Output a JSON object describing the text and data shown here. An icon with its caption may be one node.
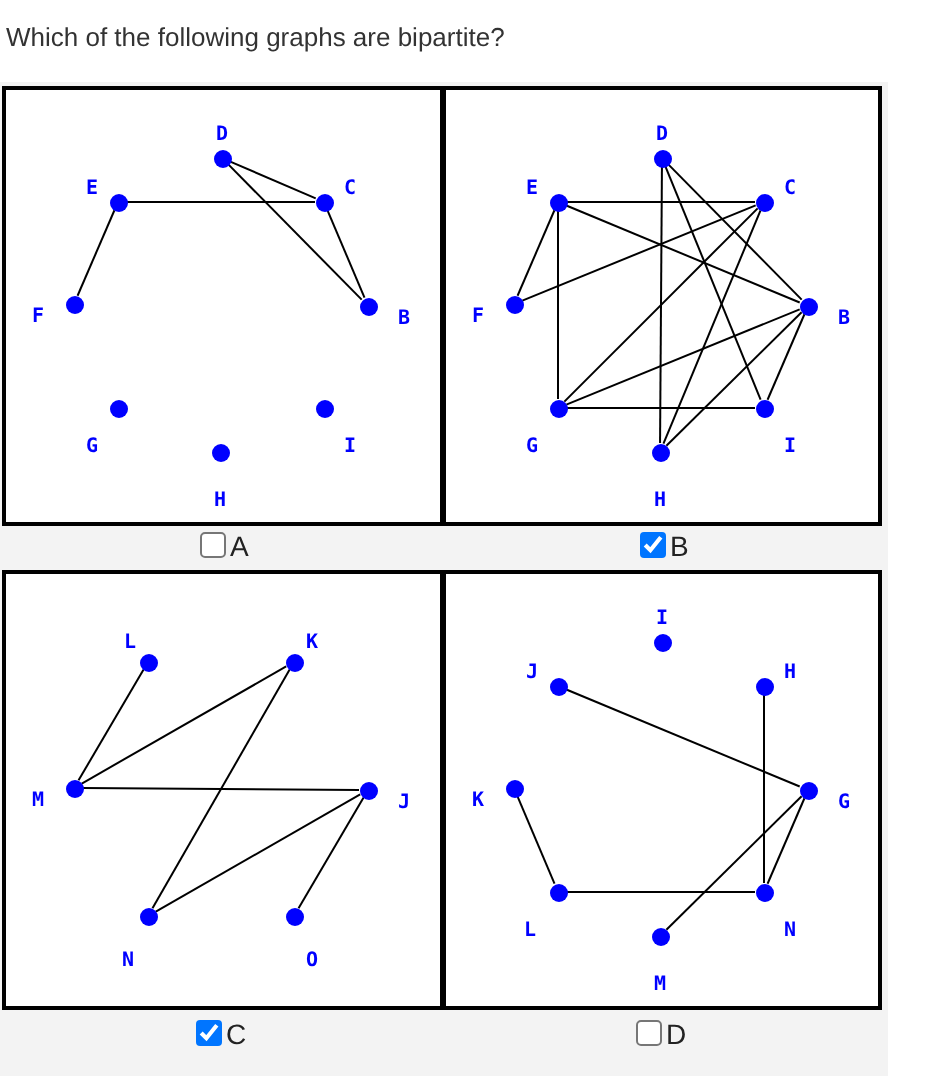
{
  "diagram": {
    "title": "Which of the following graphs are bipartite?",
    "nodes": [
      {
        "text": [],
        "shape": "box"
      },
      {
        "text": [],
        "shape": "circle",
        "in": 0,
        "beside": [
          "D"
        ]
      },
      {
        "text": [],
        "shape": "circle",
        "in": 0,
        "beside": [
          "E"
        ]
      },
      {
        "text": [],
        "shape": "circle",
        "in": 0,
        "beside": [
          "C"
        ]
      },
      {
        "text": [],
        "shape": "circle",
        "in": 0,
        "beside": [
          "F"
        ]
      },
      {
        "text": [],
        "shape": "circle",
        "in": 0,
        "beside": [
          "B"
        ]
      },
      {
        "text": [],
        "shape": "circle",
        "in": 0,
        "beside": [
          "G"
        ]
      },
      {
        "text": [],
        "shape": "circle",
        "in": 0,
        "beside": [
          "I"
        ]
      },
      {
        "text": [],
        "shape": "circle",
        "in": 0,
        "beside": [
          "H"
        ]
      },
      {
        "text": [],
        "shape": "box"
      },
      {
        "text": [],
        "shape": "circle",
        "in": 9,
        "beside": [
          "D"
        ]
      },
      {
        "text": [],
        "shape": "circle",
        "in": 9,
        "beside": [
          "E"
        ]
      },
      {
        "text": [],
        "shape": "circle",
        "in": 9,
        "beside": [
          "C"
        ]
      },
      {
        "text": [],
        "shape": "circle",
        "in": 9,
        "beside": [
          "F"
        ]
      },
      {
        "text": [],
        "shape": "circle",
        "in": 9,
        "beside": [
          "B"
        ]
      },
      {
        "text": [],
        "shape": "circle",
        "in": 9,
        "beside": [
          "G"
        ]
      },
      {
        "text": [],
        "shape": "circle",
        "in": 9,
        "beside": [
          "I"
        ]
      },
      {
        "text": [],
        "shape": "circle",
        "in": 9,
        "beside": [
          "H"
        ]
      },
      {
        "text": [],
        "shape": "box"
      },
      {
        "text": [],
        "shape": "circle",
        "in": 18,
        "beside": [
          "L"
        ]
      },
      {
        "text": [],
        "shape": "circle",
        "in": 18,
        "beside": [
          "K"
        ]
      },
      {
        "text": [],
        "shape": "circle",
        "in": 18,
        "beside": [
          "M"
        ]
      },
      {
        "text": [],
        "shape": "circle",
        "in": 18,
        "beside": [
          "J"
        ]
      },
      {
        "text": [],
        "shape": "circle",
        "in": 18,
        "beside": [
          "N"
        ]
      },
      {
        "text": [],
        "shape": "circle",
        "in": 18,
        "beside": [
          "O"
        ]
      },
      {
        "text": [],
        "shape": "box"
      },
      {
        "text": [],
        "shape": "circle",
        "in": 25,
        "beside": [
          "I"
        ]
      },
      {
        "text": [],
        "shape": "circle",
        "in": 25,
        "beside": [
          "J"
        ]
      },
      {
        "text": [],
        "shape": "circle",
        "in": 25,
        "beside": [
          "H"
        ]
      },
      {
        "text": [],
        "shape": "circle",
        "in": 25,
        "beside": [
          "K"
        ]
      },
      {
        "text": [],
        "shape": "circle",
        "in": 25,
        "beside": [
          "G"
        ]
      },
      {
        "text": [],
        "shape": "circle",
        "in": 25,
        "beside": [
          "L"
        ]
      },
      {
        "text": [],
        "shape": "circle",
        "in": 25,
        "beside": [
          "N"
        ]
      },
      {
        "text": [],
        "shape": "circle",
        "in": 25,
        "beside": [
          "M"
        ]
      }
    ],
    "edges": [
      {
        "from": 2,
        "to": 4,
        "arrow": "none"
      },
      {
        "from": 2,
        "to": 3,
        "arrow": "none"
      },
      {
        "from": 1,
        "to": 3,
        "arrow": "none"
      },
      {
        "from": 1,
        "to": 5,
        "arrow": "none"
      },
      {
        "from": 3,
        "to": 5,
        "arrow": "none"
      },
      {
        "from": 11,
        "to": 12,
        "arrow": "none"
      },
      {
        "from": 11,
        "to": 15,
        "arrow": "none"
      },
      {
        "from": 11,
        "to": 13,
        "arrow": "none"
      },
      {
        "from": 11,
        "to": 14,
        "arrow": "none"
      },
      {
        "from": 13,
        "to": 12,
        "arrow": "none"
      },
      {
        "from": 10,
        "to": 17,
        "arrow": "none"
      },
      {
        "from": 10,
        "to": 14,
        "arrow": "none"
      },
      {
        "from": 10,
        "to": 16,
        "arrow": "none"
      },
      {
        "from": 12,
        "to": 15,
        "arrow": "none"
      },
      {
        "from": 12,
        "to": 17,
        "arrow": "none"
      },
      {
        "from": 15,
        "to": 16,
        "arrow": "none"
      },
      {
        "from": 15,
        "to": 14,
        "arrow": "none"
      },
      {
        "from": 17,
        "to": 14,
        "arrow": "none"
      },
      {
        "from": 16,
        "to": 14,
        "arrow": "none"
      },
      {
        "from": 19,
        "to": 21,
        "arrow": "none"
      },
      {
        "from": 21,
        "to": 20,
        "arrow": "none"
      },
      {
        "from": 21,
        "to": 22,
        "arrow": "none"
      },
      {
        "from": 20,
        "to": 23,
        "arrow": "none"
      },
      {
        "from": 23,
        "to": 22,
        "arrow": "none"
      },
      {
        "from": 22,
        "to": 24,
        "arrow": "none"
      },
      {
        "from": 27,
        "to": 30,
        "arrow": "none"
      },
      {
        "from": 28,
        "to": 32,
        "arrow": "none"
      },
      {
        "from": 29,
        "to": 31,
        "arrow": "none"
      },
      {
        "from": 31,
        "to": 32,
        "arrow": "none"
      },
      {
        "from": 32,
        "to": 30,
        "arrow": "none"
      },
      {
        "from": 33,
        "to": 30,
        "arrow": "none"
      }
    ],
    "labels": [
      "A",
      "B",
      "C",
      "D"
    ]
  }
}
